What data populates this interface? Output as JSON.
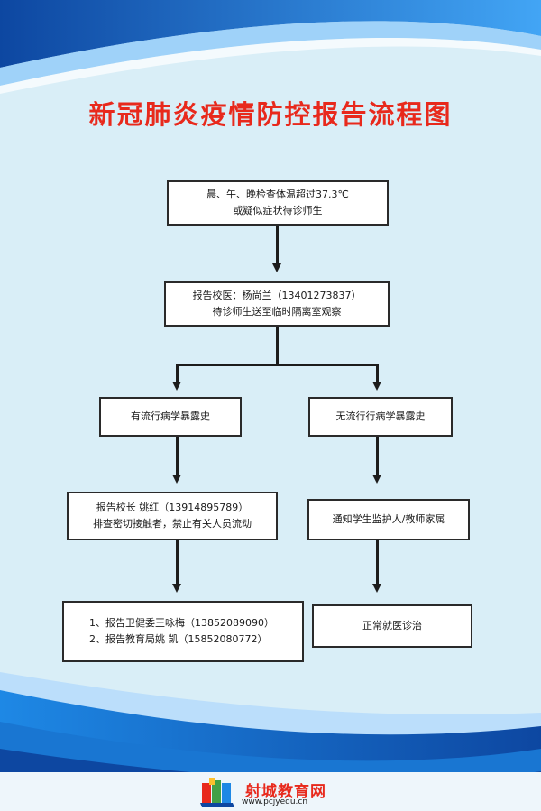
{
  "title": "新冠肺炎疫情防控报告流程图",
  "nodes": {
    "check": {
      "line1": "晨、午、晚检查体温超过37.3℃",
      "line2": "或疑似症状待诊师生"
    },
    "school_doctor": {
      "line1": "报告校医：杨尚兰（13401273837）",
      "line2": "待诊师生送至临时隔离室观察"
    },
    "with_history": {
      "line1": "有流行病学暴露史"
    },
    "without_history": {
      "line1": "无流行行病学暴露史"
    },
    "principal": {
      "line1": "报告校长 姚红（13914895789）",
      "line2": "排查密切接触者，禁止有关人员流动"
    },
    "notify_guardian": {
      "line1": "通知学生监护人/教师家属"
    },
    "report_health": {
      "line1": "1、报告卫健委王咏梅（13852089090）",
      "line2": "2、报告教育局姚  凯（15852080772）"
    },
    "normal_care": {
      "line1": "正常就医诊治"
    }
  },
  "footer": {
    "logo_text": "射城教育网",
    "url": "www.pcjyedu.cn"
  },
  "colors": {
    "title": "#e8291c",
    "background": "#d9eef7",
    "wave_dark": "#1565c0",
    "wave_light": "#4fa3e0"
  }
}
